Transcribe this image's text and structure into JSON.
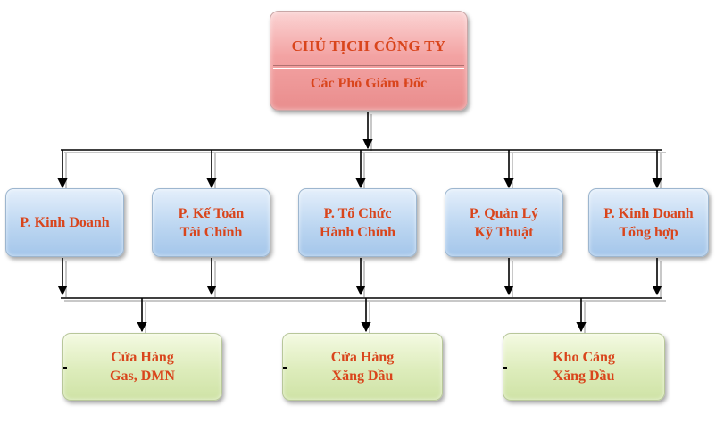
{
  "top_node": {
    "title": "CHỦ TỊCH CÔNG TY",
    "subtitle": "Các Phó Giám Đốc"
  },
  "departments": [
    {
      "line1": "P. Kinh Doanh",
      "line2": ""
    },
    {
      "line1": "P. Kế Toán",
      "line2": "Tài Chính"
    },
    {
      "line1": "P. Tổ Chức",
      "line2": "Hành Chính"
    },
    {
      "line1": "P. Quản Lý",
      "line2": "Kỹ Thuật"
    },
    {
      "line1": "P. Kinh Doanh",
      "line2": "Tổng hợp"
    }
  ],
  "stores": [
    {
      "line1": "Cửa Hàng",
      "line2": "Gas, DMN"
    },
    {
      "line1": "Cửa Hàng",
      "line2": "Xăng Dầu"
    },
    {
      "line1": "Kho Cảng",
      "line2": "Xăng Dầu"
    }
  ],
  "colors": {
    "text": "#d9451c",
    "top_fill": "#f3a3a3",
    "dept_fill": "#bcd6f1",
    "store_fill": "#ddecbb",
    "line": "#000000"
  }
}
